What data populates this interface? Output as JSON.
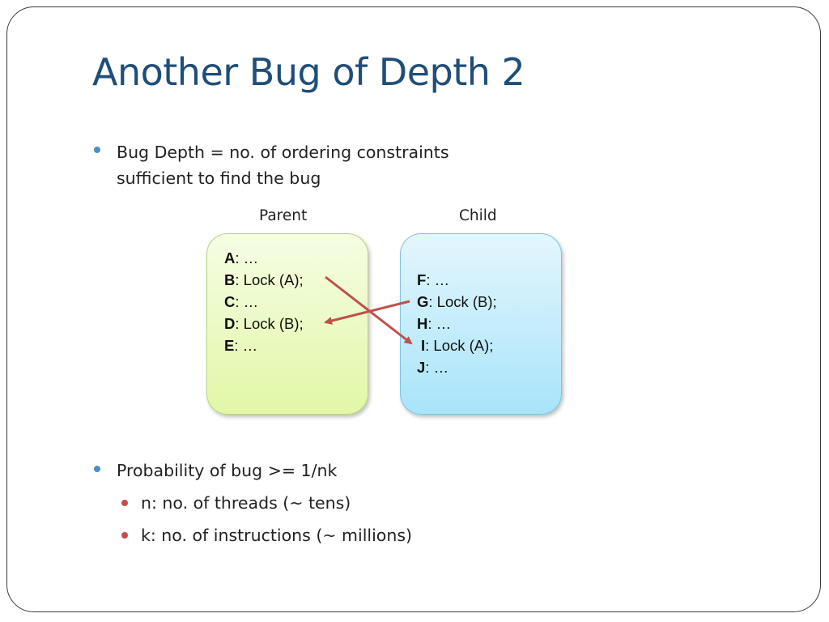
{
  "title": "Another Bug of Depth 2",
  "bullet1": {
    "line1": "Bug Depth = no. of ordering constraints",
    "line2": "sufficient to find the bug"
  },
  "diagram": {
    "parent_label": "Parent",
    "child_label": "Child",
    "parent_lines": [
      {
        "key": "A",
        "text": ": …"
      },
      {
        "key": "B",
        "text": ": Lock (A);"
      },
      {
        "key": "C",
        "text": ": …"
      },
      {
        "key": "D",
        "text": ": Lock (B);"
      },
      {
        "key": "E",
        "text": ": …"
      }
    ],
    "child_lines": [
      {
        "key": "F",
        "text": ":  …"
      },
      {
        "key": "G",
        "text": ": Lock (B);"
      },
      {
        "key": "H",
        "text": ": …"
      },
      {
        "key": "I",
        "text": ": Lock (A);"
      },
      {
        "key": "J",
        "text": ": …"
      }
    ],
    "arrow_color": "#c0504d"
  },
  "bullet2": "Probability of bug >= 1/nk",
  "sub_bullets": [
    "n: no. of threads (~ tens)",
    "k: no. of instructions (~ millions)"
  ],
  "colors": {
    "title": "#1f4e79",
    "bullet_level1": "#4a90c8",
    "bullet_level2": "#c0504d"
  }
}
